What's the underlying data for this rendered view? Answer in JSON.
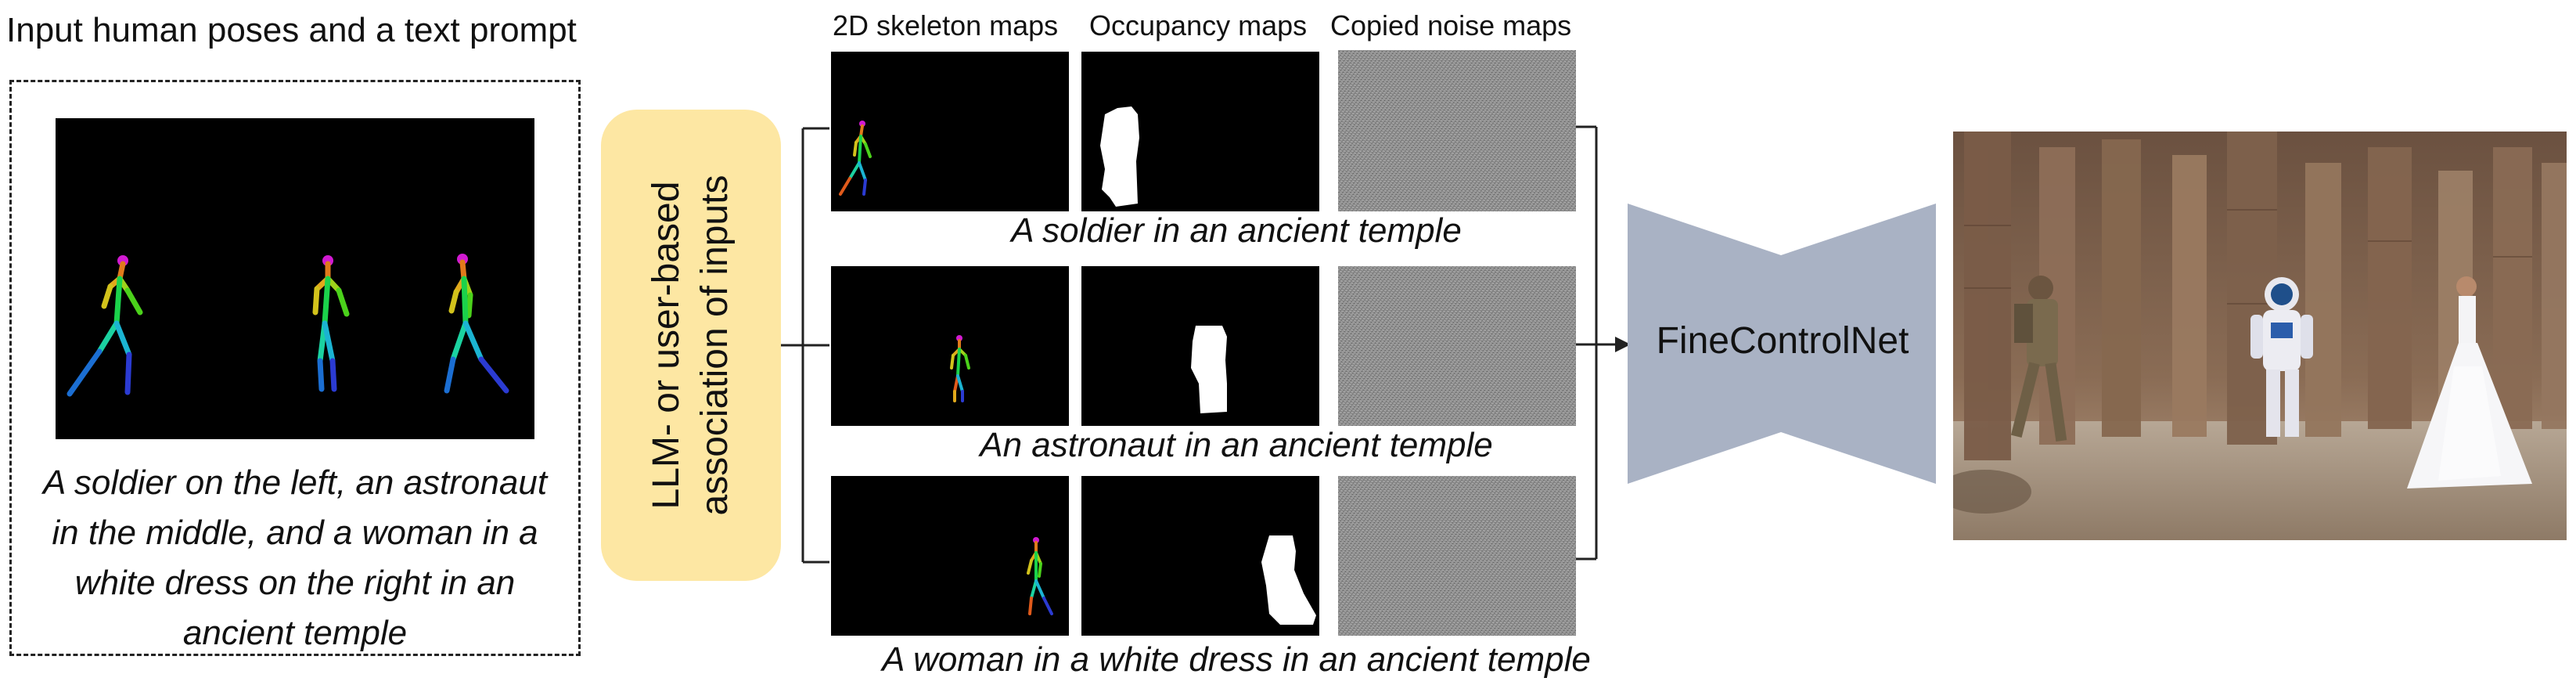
{
  "input_title": "Input human poses and a text prompt",
  "input_prompt_lines": [
    "A soldier on the left, an astronaut",
    "in the middle, and a woman in a",
    "white dress on the right in an",
    "ancient temple"
  ],
  "association_box": {
    "line1": "LLM- or user-based",
    "line2": "association of inputs"
  },
  "column_headers": {
    "skeleton": "2D skeleton maps",
    "occupancy": "Occupancy maps",
    "noise": "Copied noise maps"
  },
  "rows": [
    {
      "caption": "A soldier in an ancient temple"
    },
    {
      "caption": "An astronaut in an ancient temple"
    },
    {
      "caption": "A woman in a white dress in an ancient temple"
    }
  ],
  "network": {
    "label": "FineControlNet"
  },
  "colors": {
    "association_fill": "#fde7a3",
    "network_fill": "#a9b2c4",
    "map_background": "#000000",
    "occupancy_fill": "#ffffff"
  }
}
